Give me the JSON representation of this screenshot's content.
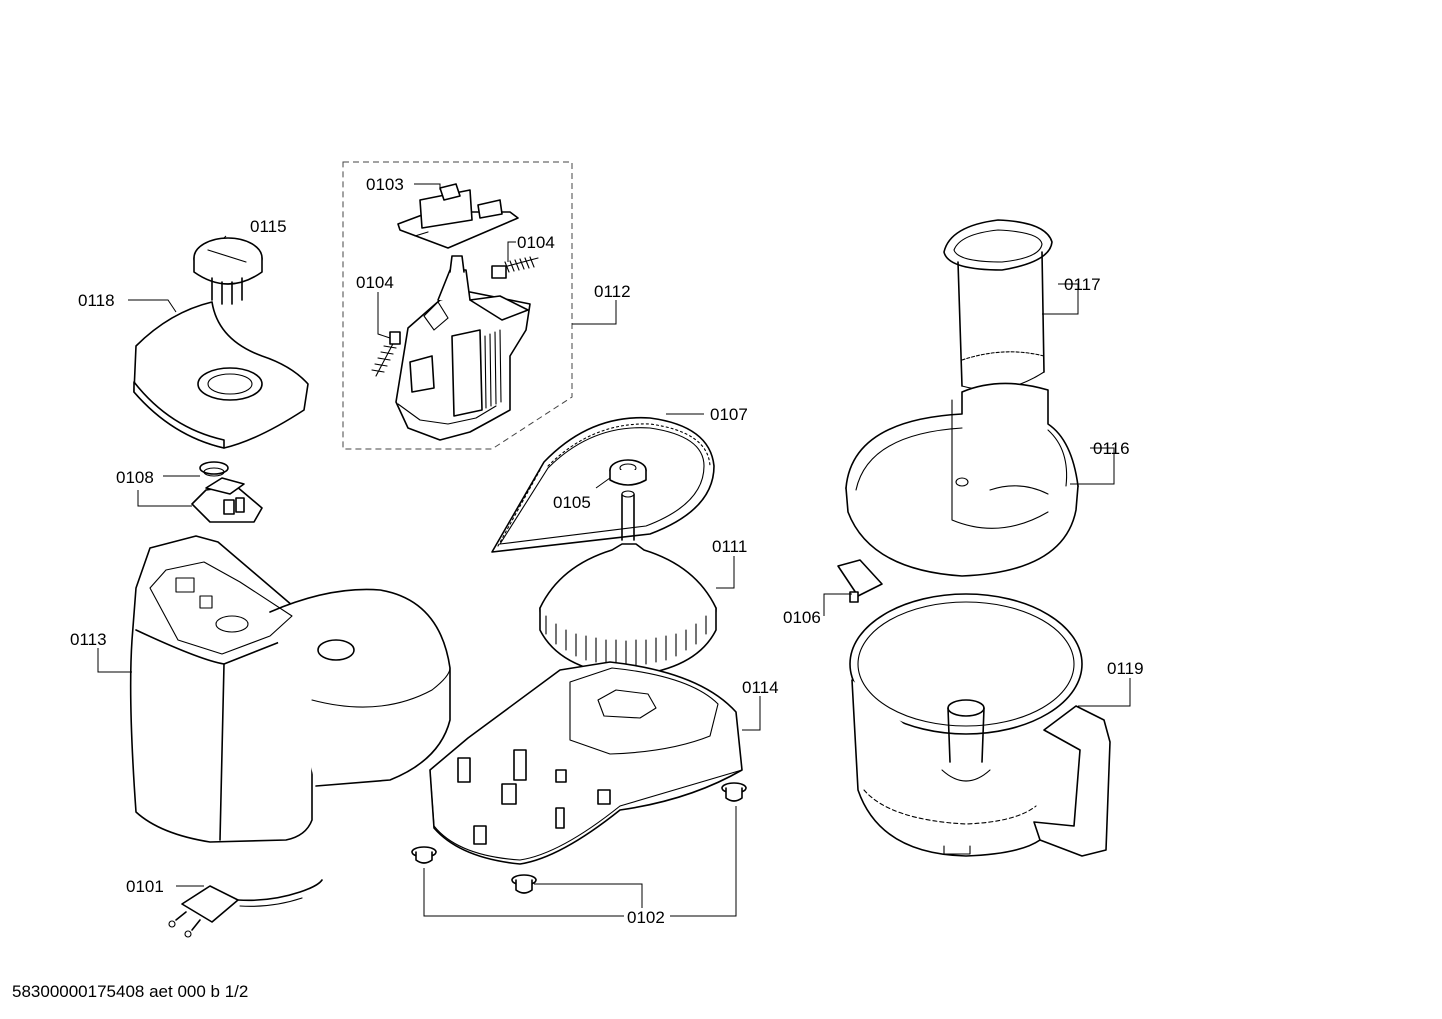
{
  "parts": {
    "p0101": "0101",
    "p0102": "0102",
    "p0103": "0103",
    "p0104a": "0104",
    "p0104b": "0104",
    "p0105": "0105",
    "p0106": "0106",
    "p0107": "0107",
    "p0108": "0108",
    "p0111": "0111",
    "p0112": "0112",
    "p0113": "0113",
    "p0114": "0114",
    "p0115": "0115",
    "p0116": "0116",
    "p0117": "0117",
    "p0118": "0118",
    "p0119": "0119"
  },
  "footer": {
    "document_id": "58300000175408 aet 000 b 1/2"
  }
}
